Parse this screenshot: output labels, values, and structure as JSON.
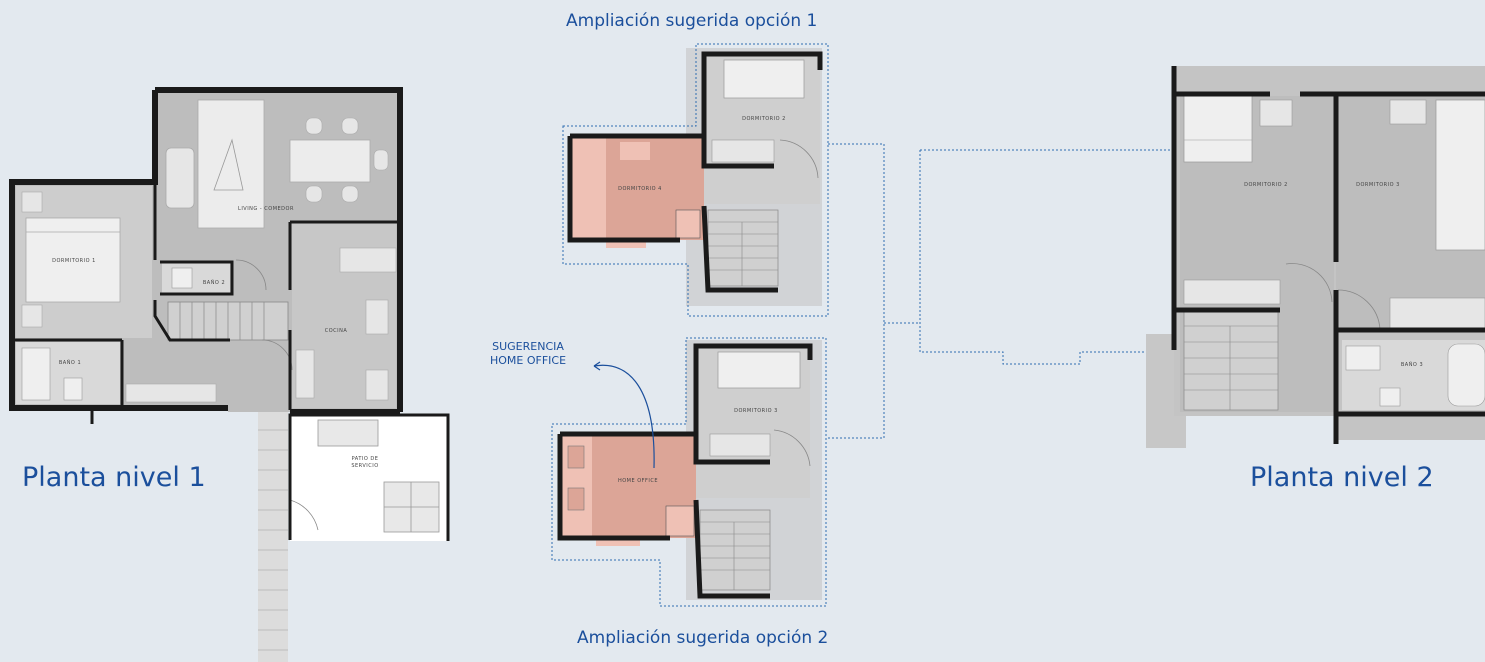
{
  "colors": {
    "background": "#e3e9ef",
    "accent": "#1b4f9c",
    "wall": "#1a1a1a",
    "floor": "#bdbdbd",
    "floor_light": "#cfcfcf",
    "furniture": "#efefef",
    "highlight": "#dca597",
    "highlight_light": "#efc1b5",
    "dashed": "#2f6db0"
  },
  "labels": {
    "level1": "Planta nivel 1",
    "level2": "Planta nivel 2",
    "option1": "Ampliación sugerida opción 1",
    "option2": "Ampliación sugerida opción 2",
    "suggestion_line1": "SUGERENCIA",
    "suggestion_line2": "HOME OFFICE"
  },
  "rooms": {
    "dormitorio_1": "DORMITORIO 1",
    "living_comedor": "LIVING - COMEDOR",
    "bano_1": "BAÑO 1",
    "bano_2": "BAÑO 2",
    "cocina": "COCINA",
    "patio_servicio_1": "PATIO DE",
    "patio_servicio_2": "SERVICIO",
    "opt1_dorm2": "DORMITORIO 2",
    "opt1_dorm4": "DORMITORIO 4",
    "opt2_dorm3": "DORMITORIO 3",
    "opt2_home": "HOME OFFICE",
    "l2_dorm2": "DORMITORIO 2",
    "l2_dorm3": "DORMITORIO 3",
    "l2_bano3": "BAÑO 3"
  }
}
